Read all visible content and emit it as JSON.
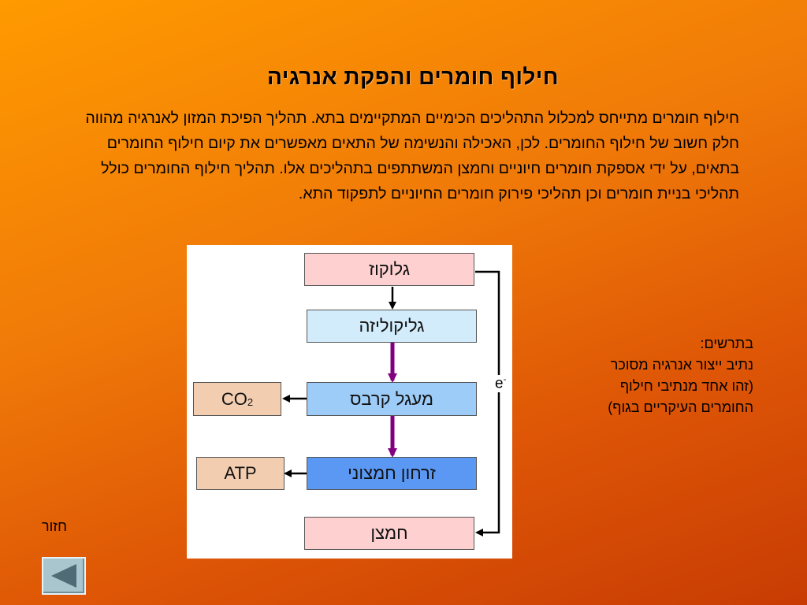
{
  "slide": {
    "title": "חילוף חומרים והפקת אנרגיה",
    "intro": "חילוף חומרים מתייחס למכלול התהליכים הכימיים המתקיימים בתא. תהליך הפיכת המזון לאנרגיה מהווה חלק חשוב של חילוף החומרים. לכן, האכילה והנשימה של התאים מאפשרים את קיום חילוף החומרים בתאים, על ידי אספקת חומרים חיוניים וחמצן המשתתפים בתהליכים אלו. תהליך חילוף החומרים כולל תהליכי בניית חומרים וכן תהליכי פירוק חומרים החיוניים לתפקוד התא."
  },
  "diagram": {
    "boxes": {
      "glucose": "גלוקוז",
      "glycolysis": "גליקוליזה",
      "krebs": "מעגל קרבס",
      "oxidative": "זרחון חמצוני",
      "oxygen": "חמצן"
    },
    "products": {
      "co2_main": "CO",
      "co2_sub": "2",
      "atp": "ATP"
    },
    "electron_label": "e",
    "electron_sup": "-",
    "colors": {
      "pink": "#ffd0d0",
      "light_blue": "#d2ecfb",
      "blue": "#9dccf8",
      "strong_blue": "#5a98f4",
      "peach": "#f2cdb0",
      "purple_arrow": "#800080"
    }
  },
  "legend": {
    "heading": "בתרשים:",
    "line1": "נתיב ייצור אנרגיה מסוכר",
    "line2": "(זהו אחד מנתיבי חילוף",
    "line3": "החומרים העיקריים בגוף)"
  },
  "nav": {
    "back_label": "חזור",
    "back_icon": "left-triangle-icon"
  }
}
